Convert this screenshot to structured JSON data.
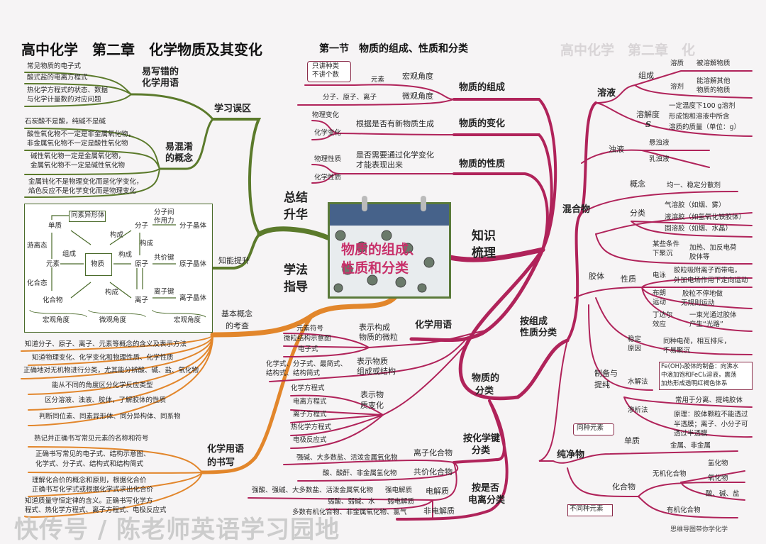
{
  "header": {
    "title": "高中化学　第二章　化学物质及其变化",
    "section": "第一节　物质的组成、性质和分类",
    "ghost": "高中化学　第二章　化"
  },
  "center": {
    "line1": "物质的组成、",
    "line2": "性质和分类",
    "image": "molecule-calendar-icon"
  },
  "main_branches": {
    "summary": [
      "总结",
      "升华"
    ],
    "method": [
      "学法",
      "指导"
    ],
    "knowledge": [
      "知识",
      "梳理"
    ]
  },
  "study_mistakes": {
    "label": "学习误区",
    "easy_wrong": {
      "label": [
        "易写错的",
        "化学用语"
      ],
      "items": [
        "常见物质的电子式",
        "酸式盐的电离方程式",
        "热化学方程式的状态、数据",
        "与化学计量数的对应问题"
      ]
    },
    "confusing": {
      "label": [
        "易混淆",
        "的概念"
      ],
      "items": [
        "石炭酸不是酸，纯碱不是碱",
        "酸性氧化物不一定是非金属氧化物，",
        "非金属氧化物不一定是酸性氧化物",
        "碱性氧化物一定是金属氧化物，",
        "金属氧化物不一定是碱性氧化物",
        "金属钝化不是物理变化而是化学变化，",
        "焰色反应不是化学变化而是物理变化"
      ]
    }
  },
  "ability": {
    "label": "知能提升",
    "diagram": {
      "allotrope": "同素异形体",
      "simple": "单质",
      "free_state": "游离态",
      "compose": "组成",
      "element": "元素",
      "substance": "物质",
      "combined_state": "化合态",
      "compound": "化合物",
      "constitute": "构成",
      "molecule": "分子",
      "atom": "原子",
      "ion": "离子",
      "intermolecular": [
        "分子间",
        "作用力"
      ],
      "molecular_crystal": "分子晶体",
      "covalent_bond": "共价键",
      "atomic_crystal": "原子晶体",
      "ionic_bond": "离子键",
      "ionic_crystal": "离子晶体",
      "macro": "宏观角度",
      "micro": "微观角度"
    }
  },
  "basic_concepts": {
    "label": [
      "基本概念",
      "的考查"
    ],
    "items": [
      "知道分子、原子、离子、元素等概念的含义及表示方法",
      "知道物理变化、化学变化和物理性质、化学性质",
      "正确地对无机物进行分类，尤其能分辨酸、碱、盐、氧化物",
      "能从不同的角度区分化学反应类型",
      "区分溶液、浊液、胶体，了解胶体的性质",
      "判断同位素、同素异形体、同分异构体、同系物"
    ]
  },
  "chem_writing": {
    "label": [
      "化学用语",
      "的书写"
    ],
    "items": [
      "熟记并正确书写常见元素的名称和符号",
      "正确书写常见的电子式、结构示意图、",
      "化学式、分子式、结构式和结构简式",
      "理解化合价的概念和原则，根据化合价",
      "正确书写化学式或根据化学式求出化合价",
      "知道质量守恒定律的含义。正确书写化学方",
      "程式、热化学方程式、离子方程式、电极反应式"
    ]
  },
  "composition": {
    "label": "物质的组成",
    "callout": [
      "只讲种类",
      "不讲个数"
    ],
    "element": "元素",
    "macro": "宏观角度",
    "particles": "分子、原子、离子",
    "micro": "微观角度"
  },
  "change": {
    "label": "物质的变化",
    "physical": "物理变化",
    "chemical": "化学变化",
    "criterion": "根据是否有新物质生成"
  },
  "property": {
    "label": "物质的性质",
    "physical": "物理性质",
    "chemical": "化学性质",
    "criterion": [
      "是否需要通过化学变化",
      "才能表现出来"
    ]
  },
  "chem_terms": {
    "label": "化学用语",
    "particles": {
      "label": [
        "表示构成",
        "物质的微粒"
      ],
      "items": [
        "元素符号",
        "微粒结构示意图",
        "电子式"
      ]
    },
    "structure": {
      "label": [
        "表示物质",
        "组成或结构"
      ],
      "items": [
        "化学式、分子式、最简式、",
        "结构式、结构简式"
      ]
    },
    "change": {
      "label": [
        "表示物",
        "质变化"
      ],
      "items": [
        "化学方程式",
        "电离方程式",
        "离子方程式",
        "热化学方程式",
        "电极反应式"
      ]
    }
  },
  "classification": {
    "label": [
      "物质的",
      "分类"
    ],
    "by_bond": {
      "label": [
        "按化学键",
        "分类"
      ],
      "ionic": "离子化合物",
      "ionic_examples": "强碱、大多数盐、活泼金属氧化物",
      "covalent": "共价化合物",
      "covalent_examples": "酸、酸酐、非金属氢化物"
    },
    "by_ionization": {
      "label": [
        "按是否",
        "电离分类"
      ],
      "electrolyte": "电解质",
      "strong": "强电解质",
      "strong_examples": "强酸、强碱、大多数盐、活泼金属氧化物",
      "weak": "弱电解质",
      "weak_examples": "弱酸、弱碱、水",
      "non": "非电解质",
      "non_examples": "多数有机化合物、非金属氧化物、氯气"
    },
    "by_composition": {
      "label": [
        "按组成",
        "性质分类"
      ]
    }
  },
  "mixture": {
    "label": "混合物",
    "solution": {
      "label": "溶液",
      "composition": "组成",
      "solute": "溶质",
      "solute_desc": "被溶解物质",
      "solvent": "溶剂",
      "solvent_desc": [
        "能溶解其他",
        "物质的物质"
      ],
      "solubility": "溶解度",
      "solubility_symbol": "S",
      "solubility_desc": [
        "一定温度下100 g溶剂",
        "形成饱和溶液中所含",
        "溶质的质量（单位：g）"
      ]
    },
    "turbid": {
      "label": "浊液",
      "suspension": "悬浊液",
      "emulsion": "乳浊液"
    },
    "colloid": {
      "label": "胶体",
      "concept": "概念",
      "concept_desc": "均一、稳定分散剂",
      "types": {
        "label": "分类",
        "items": [
          "气溶胶（如烟、雾）",
          "液溶胶（如氢氧化铁胶体）",
          "固溶胶（如烟、水晶）"
        ]
      },
      "coagulation": {
        "label": [
          "某些条件",
          "下聚沉"
        ],
        "desc": [
          "加热、加反电荷",
          "胶体等"
        ]
      },
      "properties": {
        "label": "性质",
        "electrophoresis": "电泳",
        "electrophoresis_desc": [
          "胶粒吸附离子而带电，",
          "外加电场作用下定向运动"
        ],
        "brownian": [
          "布朗",
          "运动"
        ],
        "brownian_desc": [
          "胶粒不停地做",
          "无规则运动"
        ],
        "tyndall": [
          "丁达尔",
          "效应"
        ],
        "tyndall_desc": [
          "一束光通过胶体",
          "产生“光路”"
        ]
      },
      "stability": {
        "label": [
          "稳定",
          "原因"
        ],
        "desc": [
          "同种电荷，相互排斥，",
          "不易聚沉"
        ]
      },
      "preparation": {
        "label": [
          "制备与",
          "提纯"
        ],
        "hydrolysis": "水解法",
        "hydrolysis_desc": [
          "Fe(OH)₃胶体的制备：向沸水",
          "中滴加饱和FeCl₃溶液，震荡",
          "加热形成透明红褐色体系"
        ],
        "dialysis": "渗析法",
        "dialysis_use": "常用于分离、提纯胶体",
        "dialysis_desc": [
          "原理：胶体颗粒不能透过",
          "半透膜；离子、小分子可",
          "透过半透膜"
        ]
      }
    }
  },
  "pure": {
    "label": "纯净物",
    "same_element": "同种元素",
    "simple": "单质",
    "simple_desc": "金属、非金属",
    "diff_element": "不同种元素",
    "compound": "化合物",
    "inorganic": "无机化合物",
    "inorganic_items": [
      "氢化物",
      "氧化物",
      "酸、碱、盐"
    ],
    "organic": "有机化合物"
  },
  "footer": "思维导图带你学化学",
  "watermark": "快传号 / 陈老师英语学习园地",
  "colors": {
    "green": "#5b7a2b",
    "orange": "#e2862b",
    "magenta": "#b0235a",
    "center_title": "#c8306a"
  }
}
